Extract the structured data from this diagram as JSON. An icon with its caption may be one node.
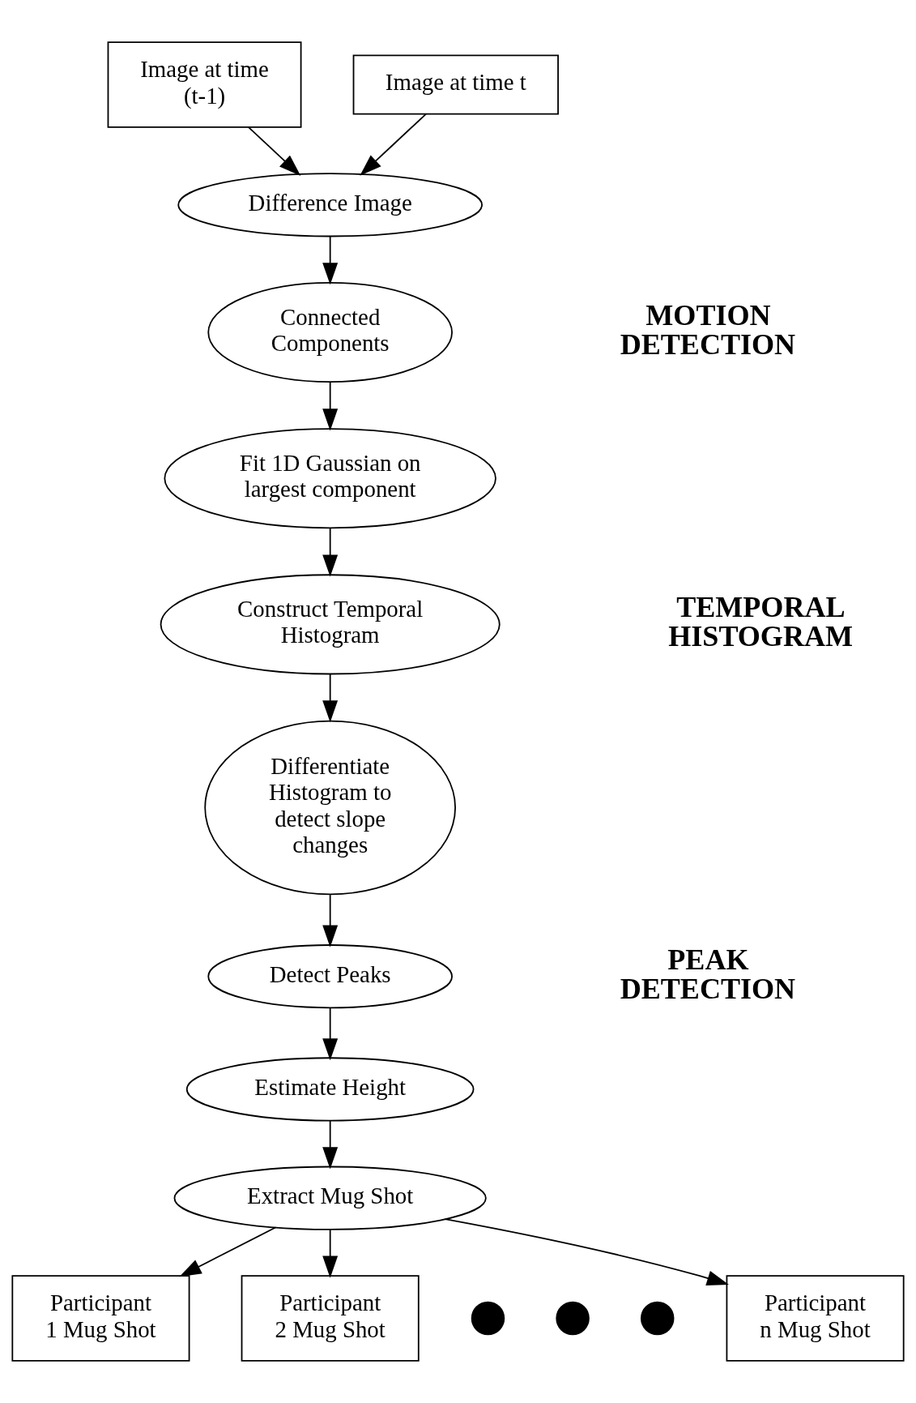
{
  "diagram": {
    "nodes": [
      {
        "text": [
          "Image at time (t-1)"
        ]
      },
      {
        "text": [
          "Image at time t"
        ]
      },
      {
        "text": [
          "Difference Image"
        ]
      },
      {
        "text": [
          "Connected Components"
        ]
      },
      {
        "text": [
          "Fit 1D Gaussian on largest component"
        ]
      },
      {
        "text": [
          "Construct Temporal Histogram"
        ]
      },
      {
        "text": [
          "Differentiate Histogram to detect slope changes"
        ]
      },
      {
        "text": [
          "Detect Peaks"
        ]
      },
      {
        "text": [
          "Estimate Height"
        ]
      },
      {
        "text": [
          "Extract Mug Shot"
        ]
      },
      {
        "text": [
          "Participant 1 Mug Shot"
        ]
      },
      {
        "text": [
          "Participant 2 Mug Shot"
        ]
      },
      {
        "text": [],
        "shape": "circle"
      },
      {
        "text": [],
        "shape": "circle"
      },
      {
        "text": [],
        "shape": "circle"
      },
      {
        "text": [
          "Participant n Mug Shot"
        ]
      }
    ],
    "edges": [
      {
        "from": 0,
        "to": 2,
        "arrow": "to"
      },
      {
        "from": 1,
        "to": 2,
        "arrow": "to"
      },
      {
        "from": 2,
        "to": 3,
        "arrow": "to"
      },
      {
        "from": 3,
        "to": 4,
        "arrow": "to"
      },
      {
        "from": 4,
        "to": 5,
        "arrow": "to"
      },
      {
        "from": 5,
        "to": 6,
        "arrow": "to"
      },
      {
        "from": 6,
        "to": 7,
        "arrow": "to"
      },
      {
        "from": 7,
        "to": 8,
        "arrow": "to"
      },
      {
        "from": 8,
        "to": 9,
        "arrow": "to"
      },
      {
        "from": 9,
        "to": 10,
        "arrow": "to"
      },
      {
        "from": 9,
        "to": 11,
        "arrow": "to"
      },
      {
        "from": 9,
        "to": 15,
        "arrow": "to"
      }
    ],
    "labels": [
      "MOTION DETECTION",
      "TEMPORAL HISTOGRAM",
      "PEAK DETECTION"
    ]
  }
}
